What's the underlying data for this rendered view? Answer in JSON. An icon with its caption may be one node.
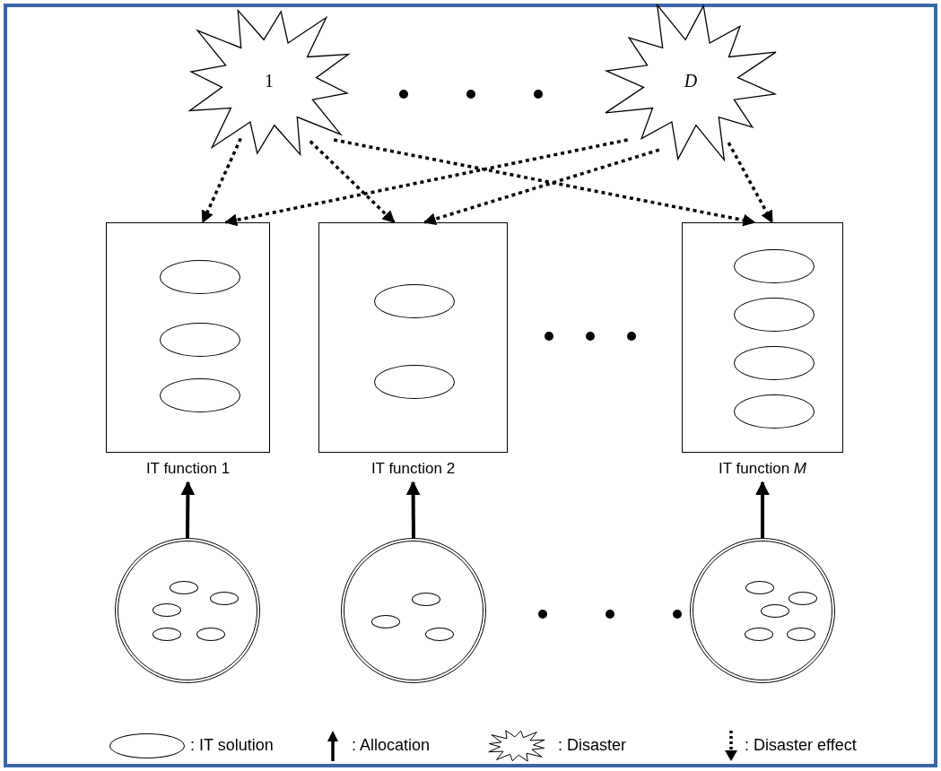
{
  "diagram": {
    "nodes": [
      {
        "text": [
          "1"
        ]
      },
      {
        "text": [
          "D"
        ]
      },
      {
        "text": [
          "IT function 1"
        ]
      },
      {
        "text": [],
        "shape": "ellipse",
        "in": 2
      },
      {
        "text": [],
        "shape": "ellipse",
        "in": 2
      },
      {
        "text": [],
        "shape": "ellipse",
        "in": 2
      },
      {
        "text": [
          "IT function 2"
        ]
      },
      {
        "text": [],
        "shape": "ellipse",
        "in": 6
      },
      {
        "text": [],
        "shape": "ellipse",
        "in": 6
      },
      {
        "text": [
          "IT function *M*"
        ]
      },
      {
        "text": [],
        "shape": "ellipse",
        "in": 9
      },
      {
        "text": [],
        "shape": "ellipse",
        "in": 9
      },
      {
        "text": [],
        "shape": "ellipse",
        "in": 9
      },
      {
        "text": [],
        "shape": "ellipse",
        "in": 9
      },
      {
        "text": [],
        "shape": "circle"
      },
      {
        "text": [],
        "shape": "ellipse",
        "in": 14
      },
      {
        "text": [],
        "shape": "ellipse",
        "in": 14
      },
      {
        "text": [],
        "shape": "ellipse",
        "in": 14
      },
      {
        "text": [],
        "shape": "ellipse",
        "in": 14
      },
      {
        "text": [],
        "shape": "ellipse",
        "in": 14
      },
      {
        "text": [],
        "shape": "circle"
      },
      {
        "text": [],
        "shape": "ellipse",
        "in": 20
      },
      {
        "text": [],
        "shape": "ellipse",
        "in": 20
      },
      {
        "text": [],
        "shape": "ellipse",
        "in": 20
      },
      {
        "text": [],
        "shape": "circle"
      },
      {
        "text": [],
        "shape": "ellipse",
        "in": 24
      },
      {
        "text": [],
        "shape": "ellipse",
        "in": 24
      },
      {
        "text": [],
        "shape": "ellipse",
        "in": 24
      },
      {
        "text": [],
        "shape": "ellipse",
        "in": 24
      },
      {
        "text": [],
        "shape": "ellipse",
        "in": 24
      }
    ],
    "edges": [
      {
        "from": 0,
        "to": 2,
        "arrow": "to",
        "style": "dashed"
      },
      {
        "from": 0,
        "to": 6,
        "arrow": "to",
        "style": "dashed"
      },
      {
        "from": 0,
        "to": 9,
        "arrow": "to",
        "style": "dashed"
      },
      {
        "from": 1,
        "to": 2,
        "arrow": "to",
        "style": "dashed"
      },
      {
        "from": 1,
        "to": 6,
        "arrow": "to",
        "style": "dashed"
      },
      {
        "from": 1,
        "to": 9,
        "arrow": "to",
        "style": "dashed"
      },
      {
        "from": 14,
        "to": 2,
        "arrow": "to"
      },
      {
        "from": 20,
        "to": 6,
        "arrow": "to"
      },
      {
        "from": 24,
        "to": 9,
        "arrow": "to"
      }
    ],
    "legend": [
      {
        "text": ": IT solution"
      },
      {
        "text": ": Allocation"
      },
      {
        "text": ": Disaster"
      },
      {
        "text": ": Disaster effect"
      }
    ]
  }
}
